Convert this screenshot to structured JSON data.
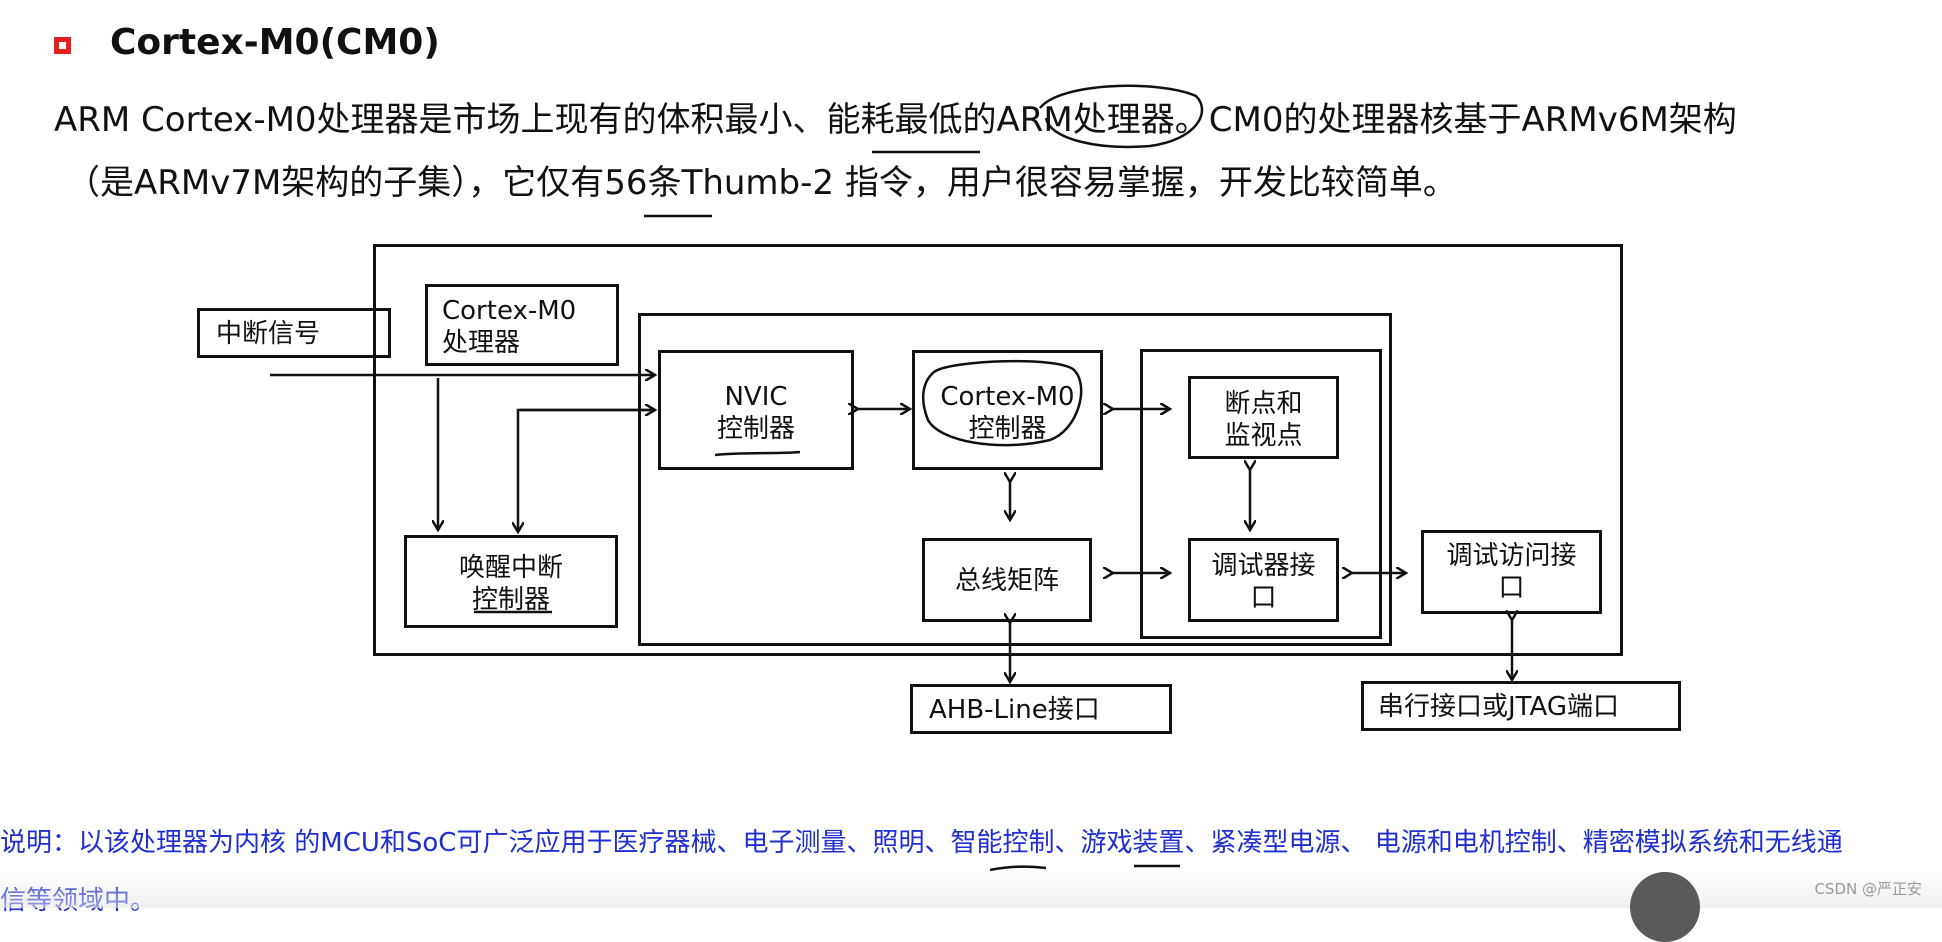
{
  "heading": {
    "title": "Cortex-M0(CM0)",
    "bullet_color": "#e32121"
  },
  "intro": {
    "line1": "ARM Cortex-M0处理器是市场上现有的体积最小、能耗最低的ARM处理器。CM0的处理器核基于ARMv6M架构",
    "line2": "（是ARMv7M架构的子集），它仅有56条Thumb-2 指令，用户很容易掌握，开发比较简单。"
  },
  "diagram": {
    "interrupt_signal": "中断信号",
    "processor_label": [
      "Cortex-M0",
      "处理器"
    ],
    "nvic": [
      "NVIC",
      "控制器"
    ],
    "core": [
      "Cortex-M0",
      "控制器"
    ],
    "breakpoint": [
      "断点和",
      "监视点"
    ],
    "wakeup": [
      "唤醒中断",
      "控制器"
    ],
    "bus_matrix": "总线矩阵",
    "debugger_interface": [
      "调试器接",
      "口"
    ],
    "debug_access": [
      "调试访问接",
      "口"
    ],
    "ahb": "AHB-Line接口",
    "serial": "串行接口或JTAG端口"
  },
  "note": {
    "line1": "说明：以该处理器为内核 的MCU和SoC可广泛应用于医疗器械、电子测量、照明、智能控制、游戏装置、紧凑型电源、 电源和电机控制、精密模拟系统和无线通",
    "line2": "信等领域中。",
    "color": "#1f2fd1"
  },
  "watermark": "CSDN @严正安"
}
